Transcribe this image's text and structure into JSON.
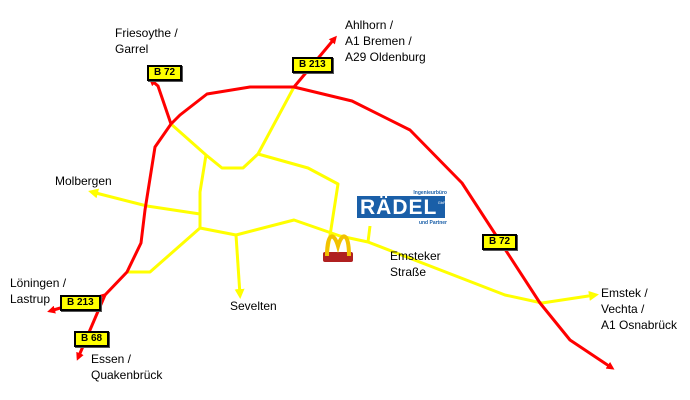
{
  "colors": {
    "major_road": "#ff0000",
    "minor_road": "#ffff00",
    "logo": "#1a5fa8"
  },
  "labels": {
    "friesoythe": "Friesoythe /\nGarrel",
    "ahlhorn": "Ahlhorn /\nA1 Bremen /\nA29 Oldenburg",
    "molbergen": "Molbergen",
    "loeningen": "Löningen /\nLastrup",
    "essen": "Essen /\nQuakenbrück",
    "sevelten": "Sevelten",
    "emsteker": "Emsteker\nStraße",
    "emstek": "Emstek /\nVechta /\nA1 Osnabrück"
  },
  "badges": {
    "b72_north": "B 72",
    "b213_north": "B 213",
    "b72_east": "B 72",
    "b213_west": "B 213",
    "b68": "B 68"
  },
  "logo": {
    "top": "Ingenieurbüro",
    "name": "RÄDEL",
    "gbr": "GbR",
    "bottom": "und Partner"
  },
  "landmarks": {
    "mcdonalds": "mcdonalds-logo-icon"
  }
}
